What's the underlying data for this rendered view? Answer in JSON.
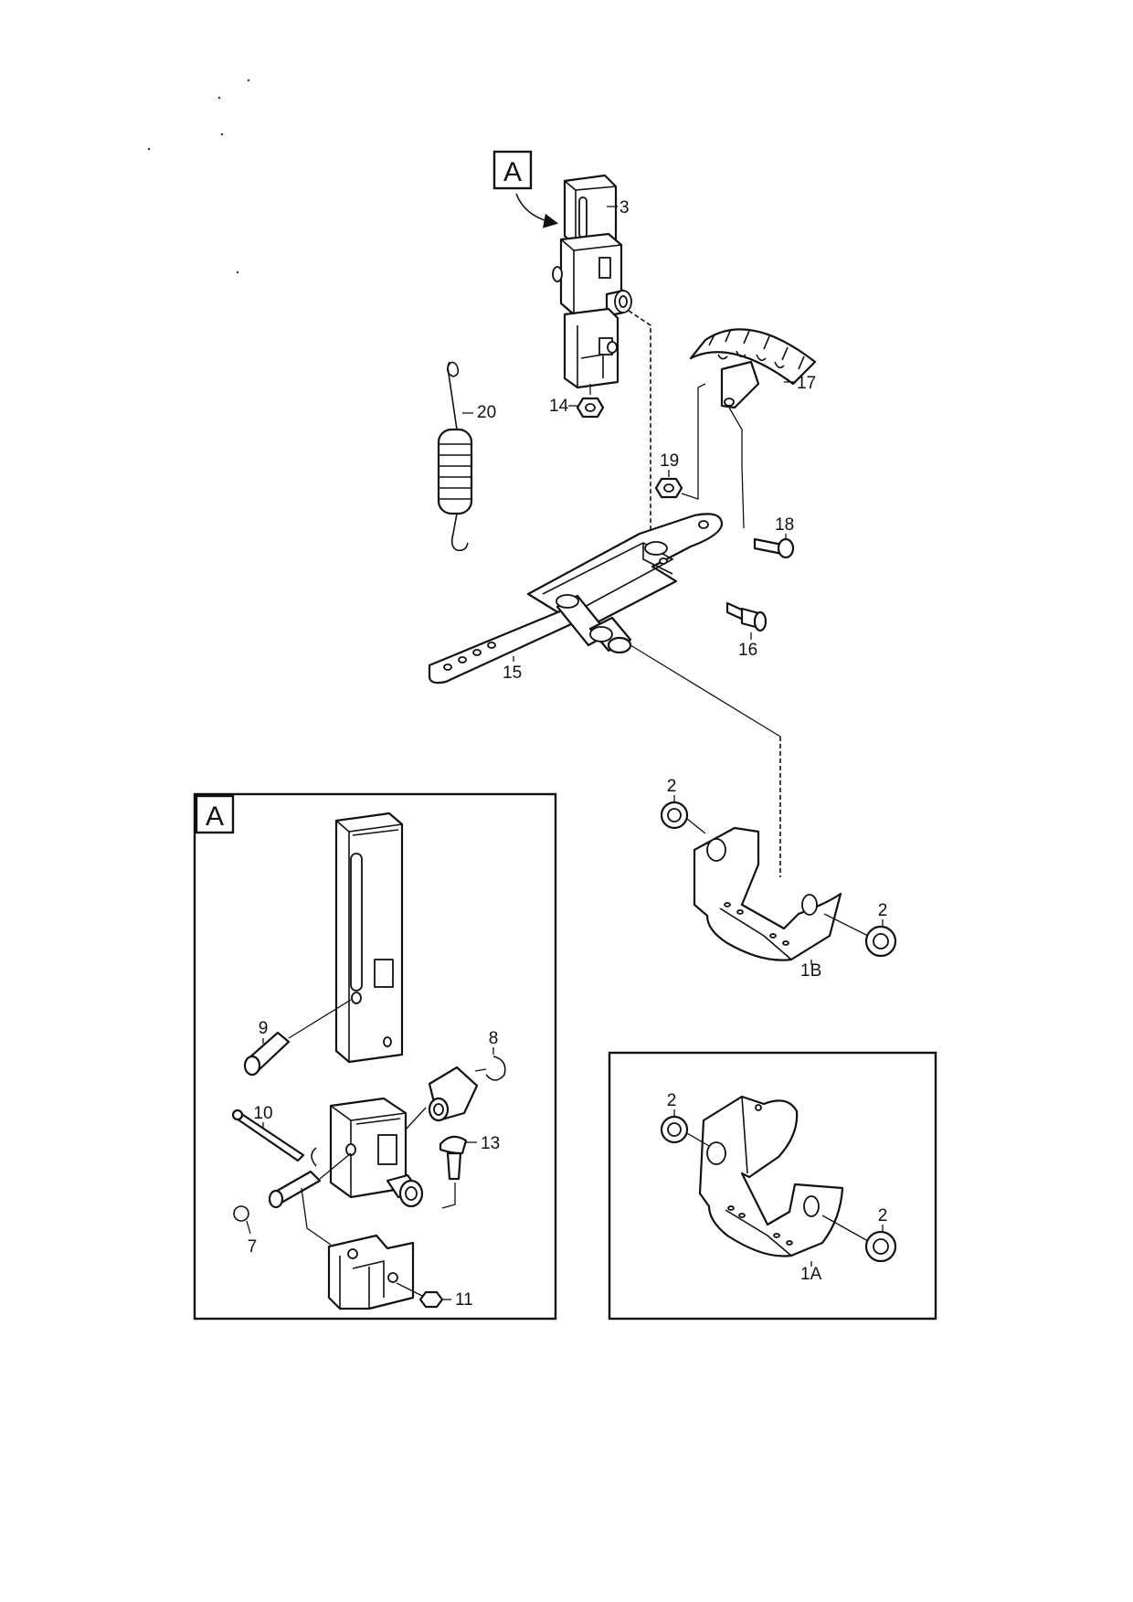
{
  "diagram": {
    "callout_main": "A",
    "callout_detail": "A",
    "labels": {
      "p3": "3",
      "p14": "14",
      "p20": "20",
      "p17": "17",
      "p19": "19",
      "p18": "18",
      "p16": "16",
      "p15": "15",
      "p2a": "2",
      "p2b": "2",
      "p1B": "1B",
      "p9": "9",
      "p8": "8",
      "p10": "10",
      "p13": "13",
      "p7": "7",
      "p11": "11",
      "p2c": "2",
      "p2d": "2",
      "p1A": "1A"
    }
  }
}
